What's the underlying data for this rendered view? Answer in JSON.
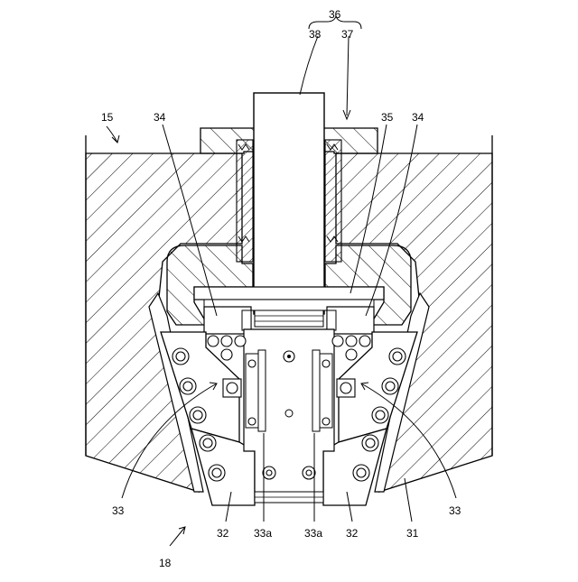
{
  "labels": {
    "l36": "36",
    "l37": "37",
    "l38": "38",
    "l15": "15",
    "l34_left": "34",
    "l34_right": "34",
    "l35": "35",
    "l33_left": "33",
    "l33_right": "33",
    "l32_left": "32",
    "l32_right": "32",
    "l33a_left": "33a",
    "l33a_right": "33a",
    "l31": "31",
    "l18": "18"
  }
}
